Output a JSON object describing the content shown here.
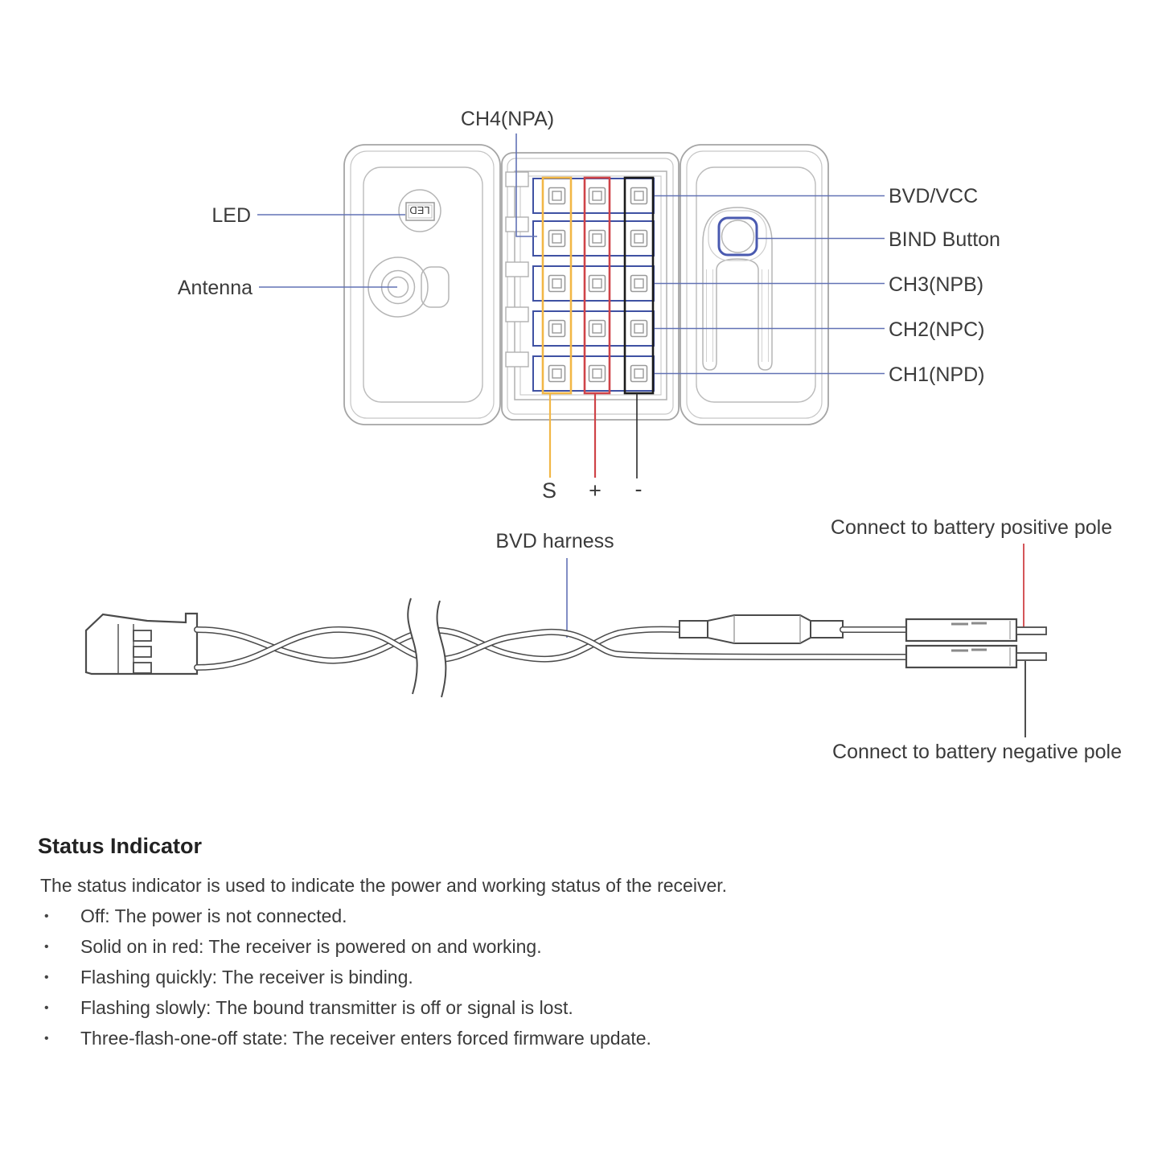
{
  "diagram": {
    "receiver_labels": {
      "ch4": "CH4(NPA)",
      "led": "LED",
      "antenna": "Antenna",
      "bvd_vcc": "BVD/VCC",
      "bind_button": "BIND Button",
      "ch3": "CH3(NPB)",
      "ch2": "CH2(NPC)",
      "ch1": "CH1(NPD)",
      "led_marking": "LED"
    },
    "pin_labels": {
      "signal": "S",
      "positive": "+",
      "negative": "-"
    },
    "harness": {
      "label": "BVD harness",
      "positive_note": "Connect to battery positive pole",
      "negative_note": "Connect to battery negative pole"
    },
    "colors": {
      "signal_wire": "#f2b746",
      "positive_wire": "#cf4348",
      "negative_wire": "#222222",
      "leader_line": "#6272b5",
      "row_outline": "#3f51a3",
      "bind_outline": "#4a5ab0"
    }
  },
  "status_section": {
    "heading": "Status Indicator",
    "intro": "The status indicator is used to indicate the power and working status of the receiver.",
    "bullets": [
      "Off: The power is not connected.",
      "Solid on in red: The receiver is powered on and working.",
      "Flashing quickly: The receiver is binding.",
      "Flashing slowly: The bound transmitter is off or signal is lost.",
      "Three-flash-one-off state: The receiver enters forced firmware update."
    ]
  }
}
